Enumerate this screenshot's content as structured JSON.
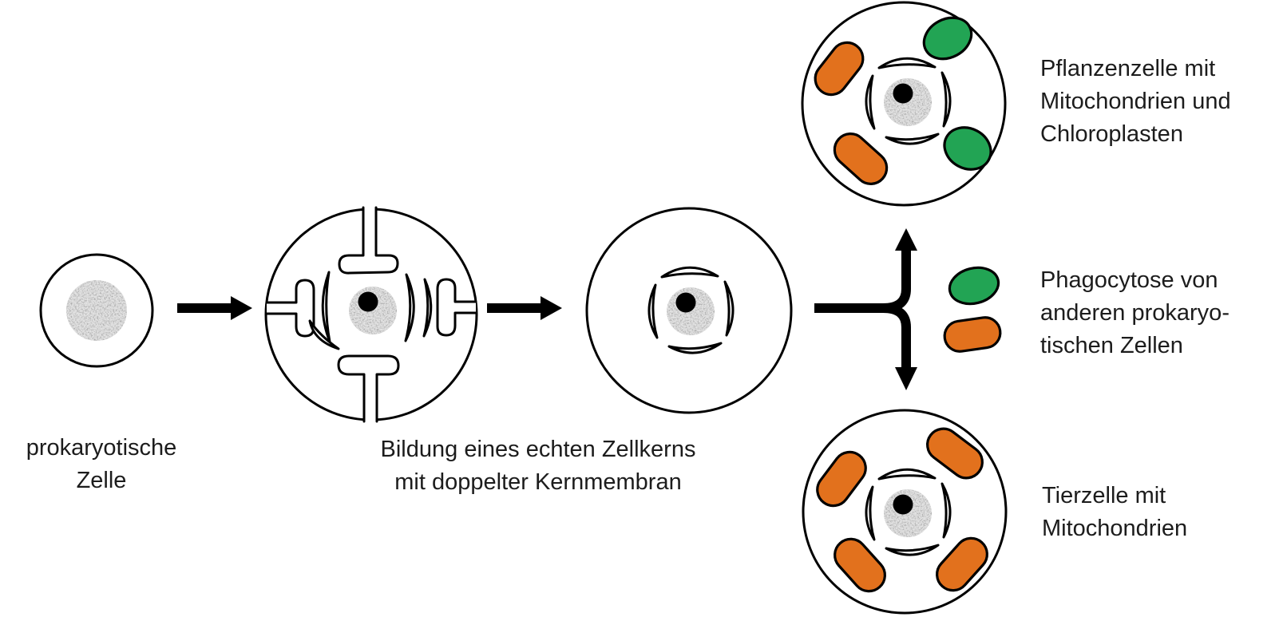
{
  "diagram": {
    "background": "#ffffff",
    "colors": {
      "mitochondrion": "#E2711D",
      "chloroplast": "#22A454",
      "outline": "#000000",
      "nucleoid_fill": "#e3e3e3",
      "text": "#1c1c1c"
    },
    "labels": {
      "prokaryote": {
        "lines": [
          "prokaryotische",
          "Zelle"
        ]
      },
      "nucleus_formation": {
        "lines": [
          "Bildung eines echten Zellkerns",
          "mit doppelter Kernmembran"
        ]
      },
      "plant_cell": {
        "lines": [
          "Pflanzenzelle mit",
          "Mitochondrien und",
          "Chloroplasten"
        ]
      },
      "phagocytosis": {
        "lines": [
          "Phagocytose von",
          "anderen prokaryo-",
          "tischen Zellen"
        ]
      },
      "animal_cell": {
        "lines": [
          "Tierzelle mit",
          "Mitochondrien"
        ]
      }
    }
  }
}
